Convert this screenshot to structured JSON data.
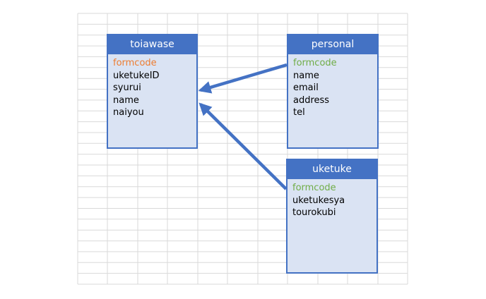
{
  "colors": {
    "header_bg": "#4472c4",
    "body_bg": "#dae3f3",
    "arrow": "#4472c4",
    "primary_key": "#ed7d31",
    "foreign_key": "#70ad47",
    "grid_line": "#d9d9d9"
  },
  "entities": {
    "toiawase": {
      "title": "toiawase",
      "fields": [
        {
          "name": "formcode",
          "role": "primary-key"
        },
        {
          "name": "uketukeID",
          "role": "normal"
        },
        {
          "name": "syurui",
          "role": "normal"
        },
        {
          "name": "name",
          "role": "normal"
        },
        {
          "name": "naiyou",
          "role": "normal"
        }
      ]
    },
    "personal": {
      "title": "personal",
      "fields": [
        {
          "name": "formcode",
          "role": "foreign-key"
        },
        {
          "name": "name",
          "role": "normal"
        },
        {
          "name": "email",
          "role": "normal"
        },
        {
          "name": "address",
          "role": "normal"
        },
        {
          "name": "tel",
          "role": "normal"
        }
      ]
    },
    "uketuke": {
      "title": "uketuke",
      "fields": [
        {
          "name": "formcode",
          "role": "foreign-key"
        },
        {
          "name": "uketukesya",
          "role": "normal"
        },
        {
          "name": "tourokubi",
          "role": "normal"
        }
      ]
    }
  },
  "relations": [
    {
      "from": "personal",
      "to": "toiawase"
    },
    {
      "from": "uketuke",
      "to": "toiawase"
    }
  ]
}
